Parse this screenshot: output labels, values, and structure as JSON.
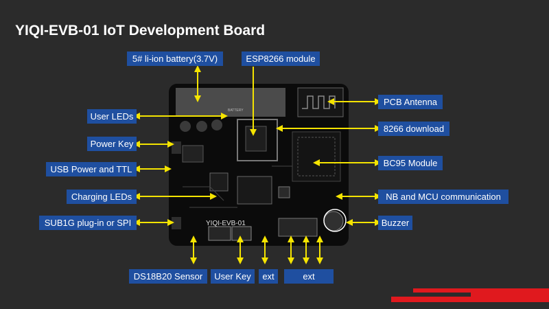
{
  "title": "YIQI-EVB-01 IoT Development Board",
  "labels": {
    "battery": "5# li-ion battery(3.7V)",
    "esp8266": "ESP8266 module",
    "user_leds": "User LEDs",
    "power_key": "Power Key",
    "usb_power_ttl": "USB Power and TTL",
    "charging_leds": "Charging LEDs",
    "sub1g": "SUB1G plug-in or SPI",
    "pcb_antenna": "PCB Antenna",
    "download_8266": "8266 download",
    "bc95": "BC95 Module",
    "nb_mcu": "NB and MCU communication",
    "buzzer": "Buzzer",
    "ds18b20": "DS18B20 Sensor",
    "user_key": "User Key",
    "ext1": "ext",
    "ext2": "ext"
  },
  "board": {
    "silkscreen": "YIQI-EVB-01",
    "battery_text": "BATTERY"
  },
  "colors": {
    "background": "#2b2b2b",
    "label_bg": "#1f4fa0",
    "arrow": "#f5e400",
    "accent_red": "#e0191e"
  }
}
